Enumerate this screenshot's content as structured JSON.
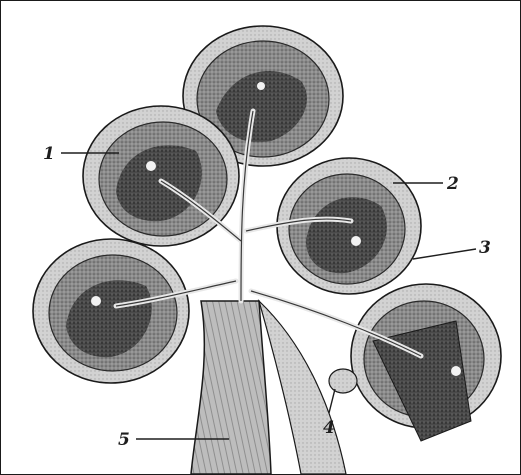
{
  "diagram": {
    "callouts": [
      {
        "id": "1",
        "label": "1"
      },
      {
        "id": "2",
        "label": "2"
      },
      {
        "id": "3",
        "label": "3"
      },
      {
        "id": "4",
        "label": "4"
      },
      {
        "id": "5",
        "label": "5"
      }
    ]
  },
  "colors": {
    "outline": "#1a1a1a",
    "dark_fill": "#3a3a3a",
    "mid_fill": "#7d7d7d",
    "light_fill": "#c9c9c9",
    "background": "#ffffff"
  }
}
